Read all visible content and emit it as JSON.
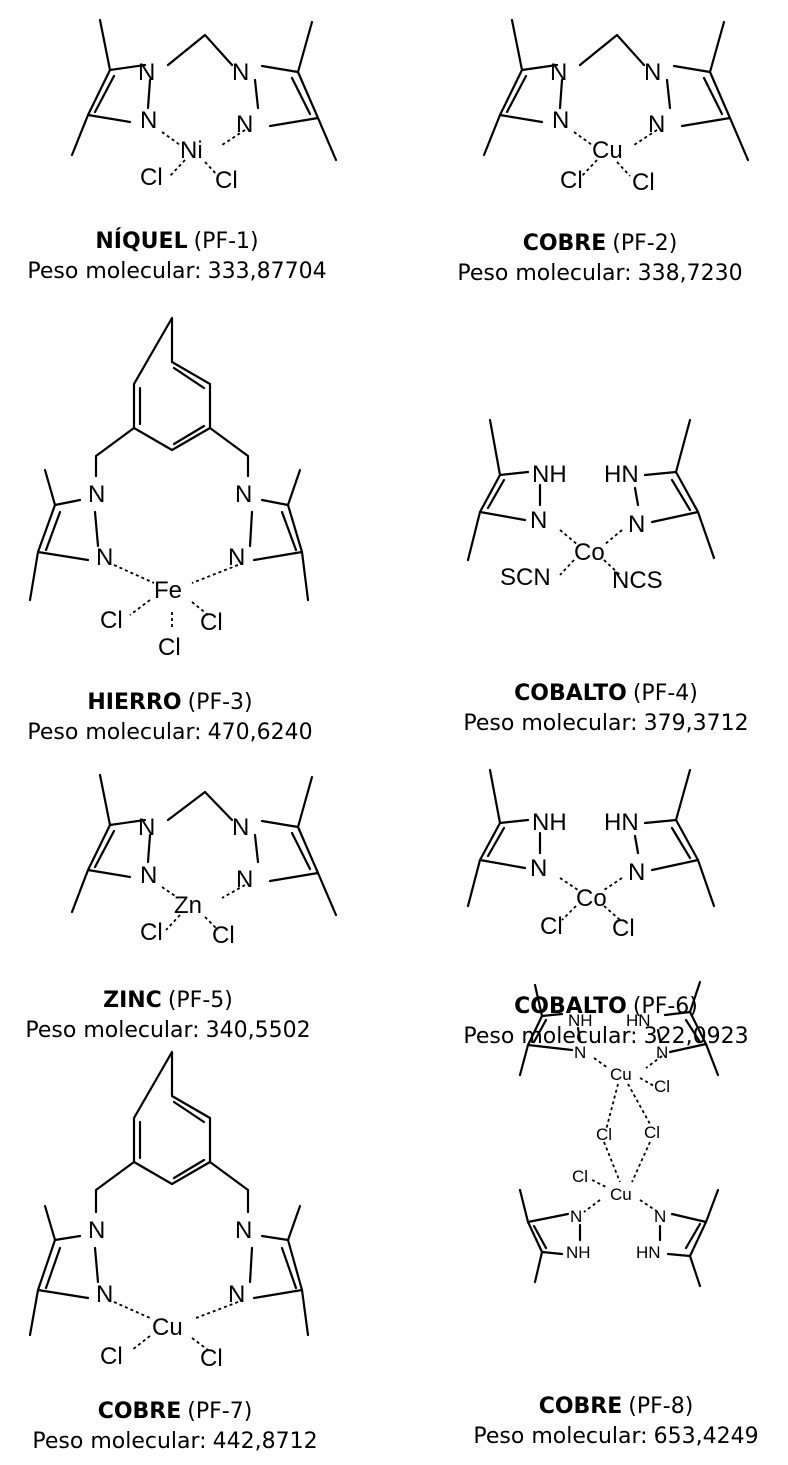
{
  "weight_label": "Peso molecular:",
  "complexes": [
    {
      "metal_name": "NÍQUEL",
      "code": "(PF-1)",
      "weight": "333,87704",
      "metal": "Ni",
      "ligands": [
        "Cl",
        "Cl"
      ]
    },
    {
      "metal_name": "COBRE",
      "code": "(PF-2)",
      "weight": "338,7230",
      "metal": "Cu",
      "ligands": [
        "Cl",
        "Cl"
      ]
    },
    {
      "metal_name": "HIERRO",
      "code": "(PF-3)",
      "weight": "470,6240",
      "metal": "Fe",
      "ligands": [
        "Cl",
        "Cl",
        "Cl"
      ]
    },
    {
      "metal_name": "COBALTO",
      "code": "(PF-4)",
      "weight": "379,3712",
      "metal": "Co",
      "ligands": [
        "SCN",
        "NCS"
      ]
    },
    {
      "metal_name": "ZINC",
      "code": "(PF-5)",
      "weight": "340,5502",
      "metal": "Zn",
      "ligands": [
        "Cl",
        "Cl"
      ]
    },
    {
      "metal_name": "COBALTO",
      "code": "(PF-6)",
      "weight": "322,0923",
      "metal": "Co",
      "ligands": [
        "Cl",
        "Cl"
      ]
    },
    {
      "metal_name": "COBRE",
      "code": "(PF-7)",
      "weight": "442,8712",
      "metal": "Cu",
      "ligands": [
        "Cl",
        "Cl"
      ]
    },
    {
      "metal_name": "COBRE",
      "code": "(PF-8)",
      "weight": "653,4249",
      "metal": "Cu",
      "ligands": [
        "Cl",
        "Cl",
        "Cl",
        "Cl"
      ]
    }
  ],
  "atoms": {
    "N": "N",
    "NH": "NH",
    "HN": "HN"
  }
}
